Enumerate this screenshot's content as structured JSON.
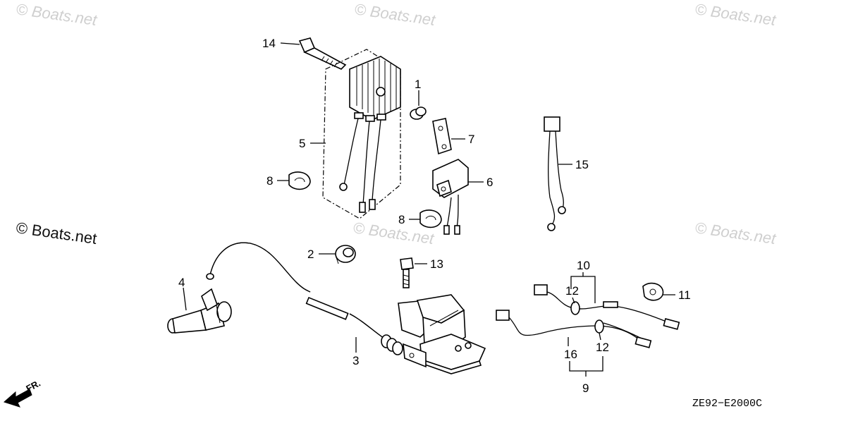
{
  "watermarks": {
    "faint": "© Boats.net",
    "prominent": "© Boats.net"
  },
  "diagram_code": "ZE92−E2000C",
  "front_marker": "FR.",
  "callouts": {
    "c1": "1",
    "c2": "2",
    "c3": "3",
    "c4": "4",
    "c5": "5",
    "c6": "6",
    "c7": "7",
    "c8a": "8",
    "c8b": "8",
    "c9": "9",
    "c10": "10",
    "c11": "11",
    "c12a": "12",
    "c12b": "12",
    "c13": "13",
    "c14": "14",
    "c15": "15",
    "c16": "16"
  }
}
